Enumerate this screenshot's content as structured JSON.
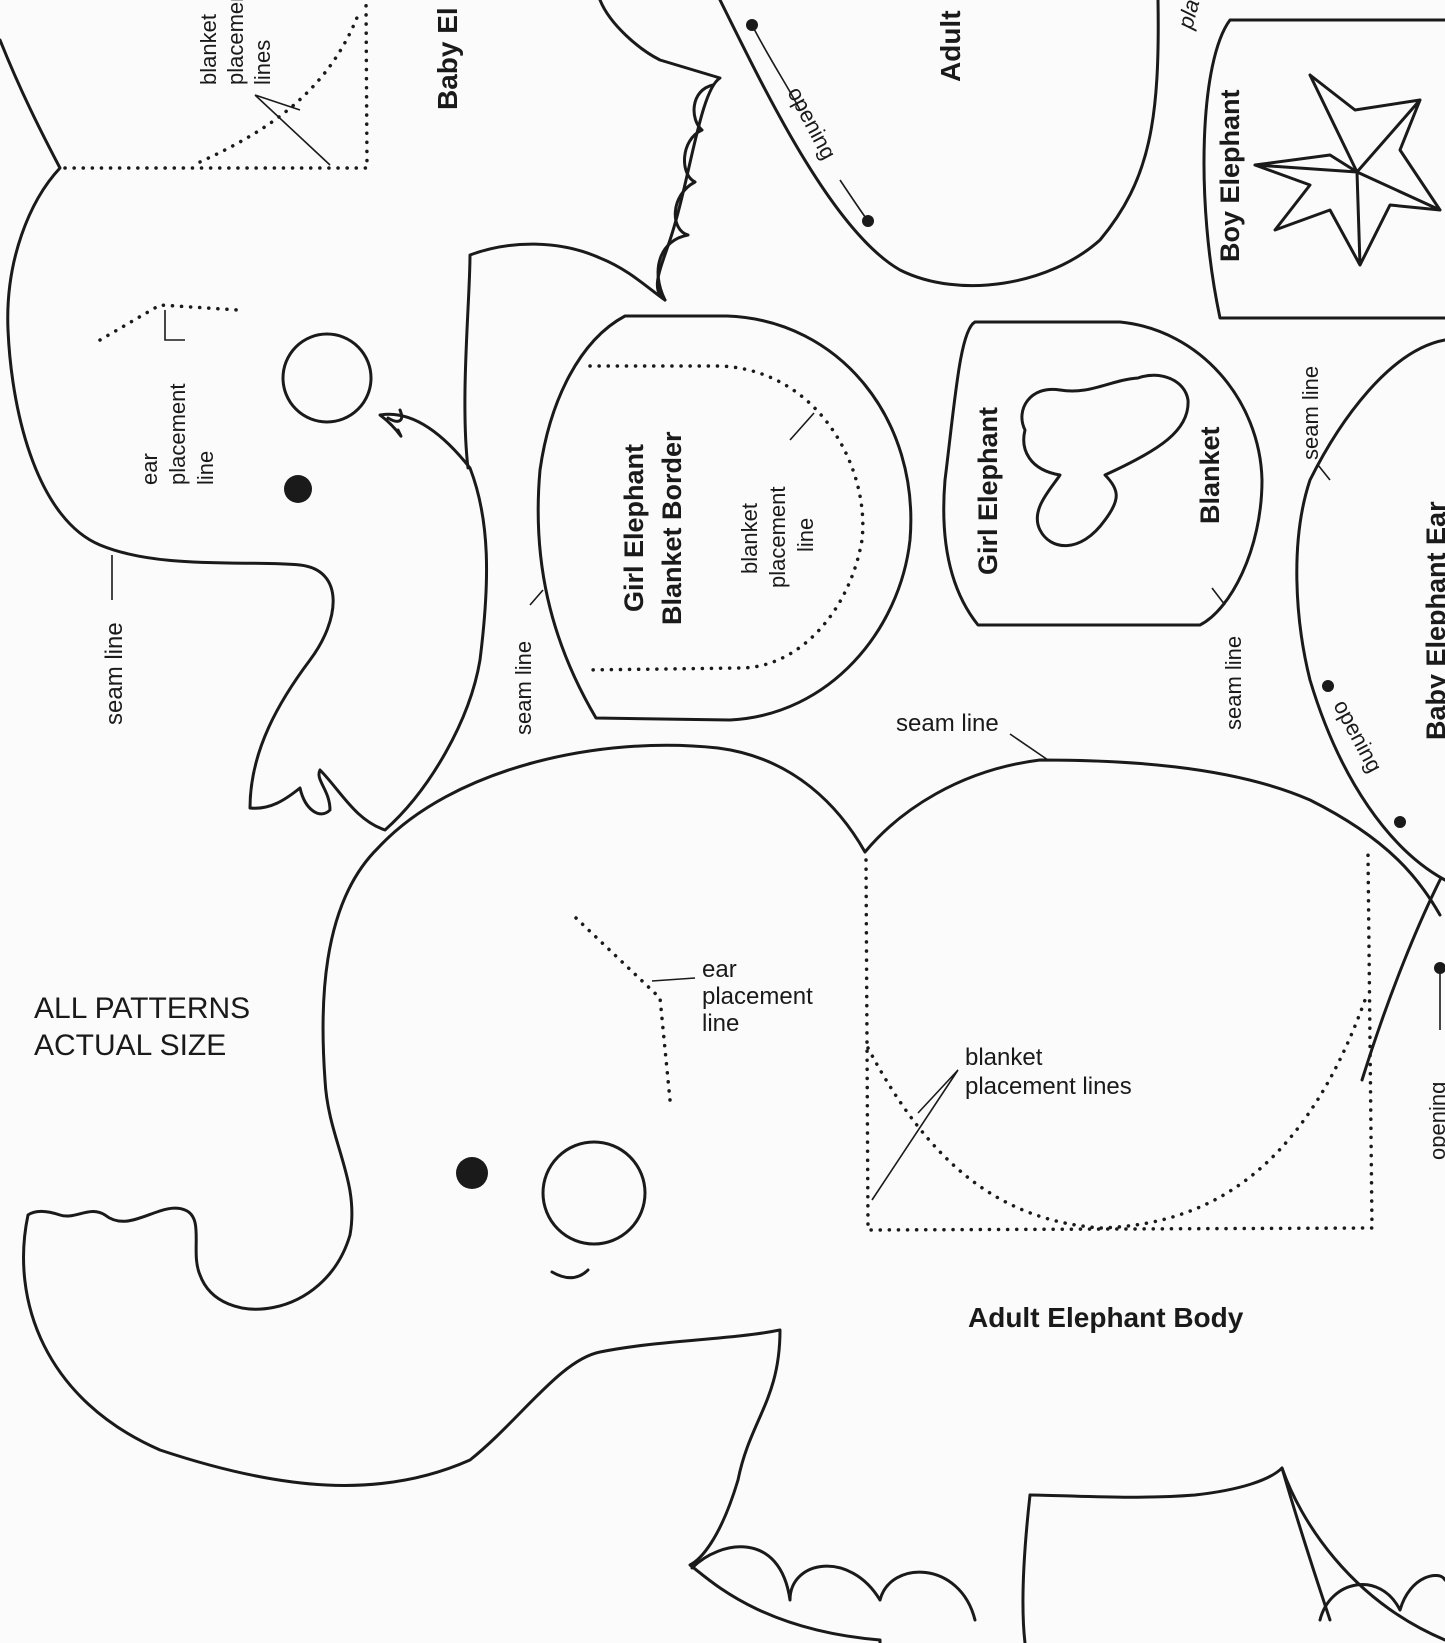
{
  "page_note": {
    "line1": "ALL PATTERNS",
    "line2": "ACTUAL SIZE"
  },
  "labels": {
    "seam_line": "seam line",
    "ear_line_1": "ear",
    "ear_line_2": "placement",
    "ear_line_3": "line",
    "blanket_lines_1": "blanket",
    "blanket_lines_2": "placement lines",
    "blanket_line_1": "blanket",
    "blanket_line_2": "placement",
    "blanket_line_3": "line",
    "baby_blanket_1": "blanket",
    "baby_blanket_2": "placement",
    "baby_blanket_3": "lines",
    "opening": "opening"
  },
  "pieces": {
    "adult_body": "Adult Elephant Body",
    "girl_border_1": "Girl Elephant",
    "girl_border_2": "Blanket Border",
    "girl_blanket_1": "Girl Elephant",
    "girl_blanket_2": "Blanket",
    "boy_blanket": "Boy Elephant",
    "baby_body_partial": "Baby El",
    "adult_partial": "Adult",
    "baby_ear_partial": "Baby Elephant Ear",
    "placement_partial": "pla"
  }
}
